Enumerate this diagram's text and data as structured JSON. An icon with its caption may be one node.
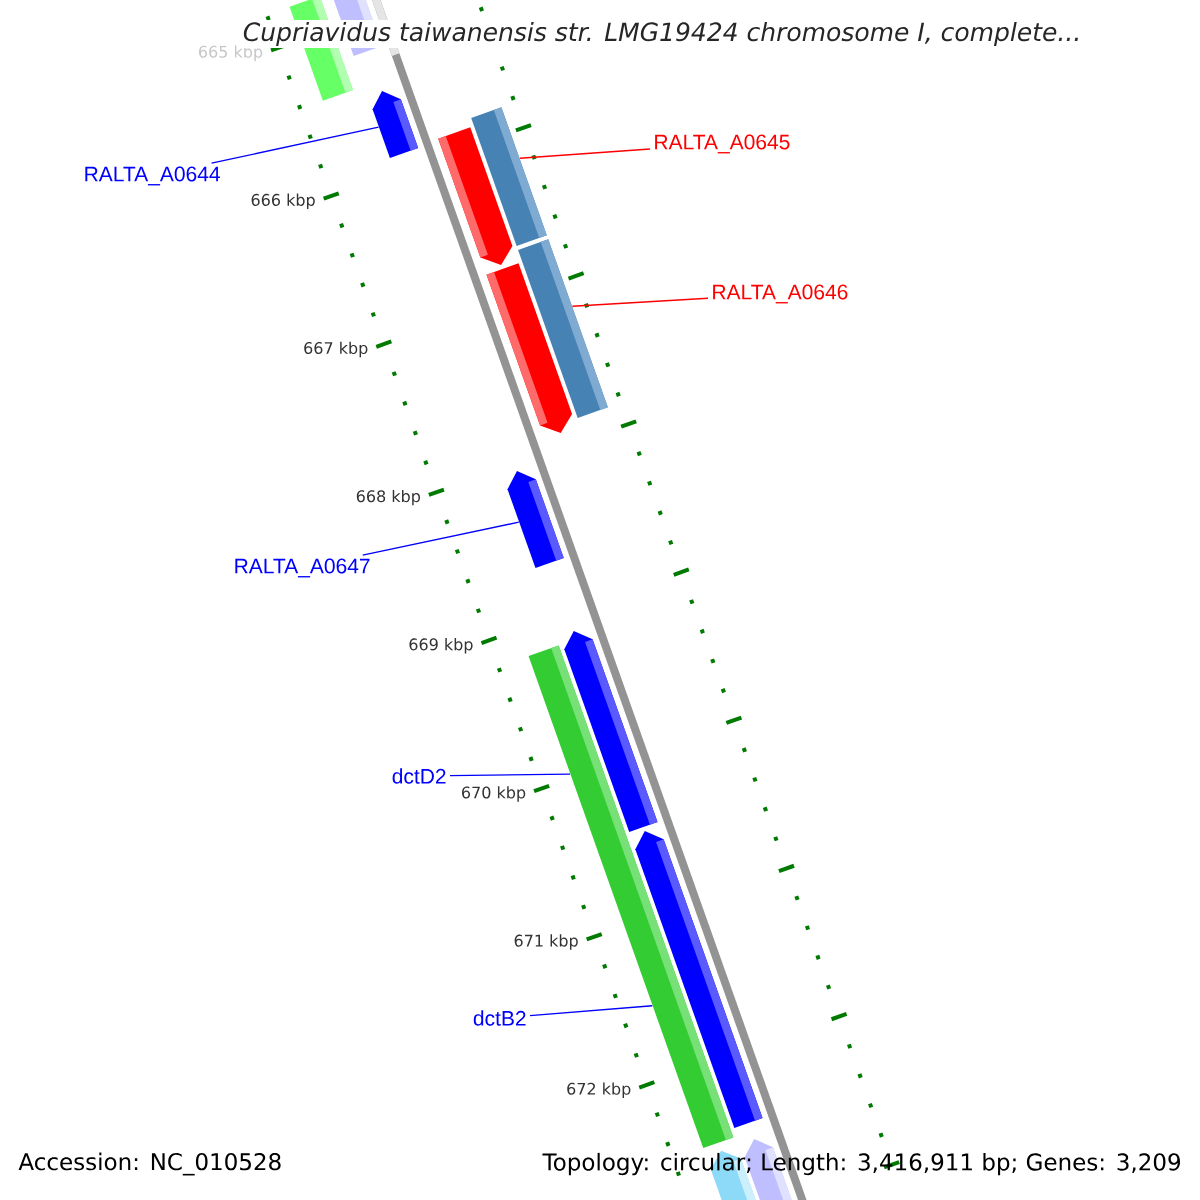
{
  "diagram": {
    "title": "Cupriavidus taiwanensis str. LMG19424 chromosome I, complete...",
    "nodes": [
      {
        "text": [
          "RALTA_A0644"
        ]
      },
      {
        "text": [],
        "shape": "bar"
      },
      {
        "text": [
          "RALTA_A0645"
        ]
      },
      {
        "text": [],
        "shape": "bar"
      },
      {
        "text": [
          "RALTA_A0646"
        ]
      },
      {
        "text": [],
        "shape": "bar"
      },
      {
        "text": [
          "RALTA_A0647"
        ]
      },
      {
        "text": [],
        "shape": "bar"
      },
      {
        "text": [
          "dctD2"
        ]
      },
      {
        "text": [],
        "shape": "bar"
      },
      {
        "text": [
          "dctB2"
        ]
      }
    ],
    "edges": [
      {
        "from": 0,
        "to": 1,
        "arrow": "none"
      },
      {
        "from": 2,
        "to": 3,
        "arrow": "none",
        "color": "#ff0000"
      },
      {
        "from": 4,
        "to": 5,
        "arrow": "none",
        "color": "#ff0000"
      },
      {
        "from": 6,
        "to": 7,
        "arrow": "none"
      },
      {
        "from": 8,
        "to": 9,
        "arrow": "none"
      },
      {
        "from": 10,
        "to": 9,
        "arrow": "none"
      }
    ],
    "labels": [
      "665 kbp",
      "666 kbp",
      "667 kbp",
      "668 kbp",
      "669 kbp",
      "670 kbp",
      "671 kbp",
      "672 kbp",
      "Accession: NC_010528",
      "Topology: circular; Length: 3,416,911 bp; Genes: 3,209"
    ]
  }
}
